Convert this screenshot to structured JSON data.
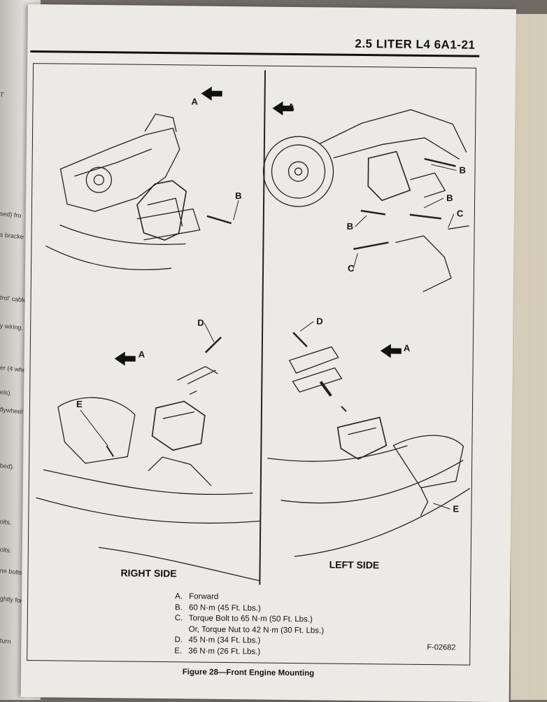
{
  "header": {
    "title": "2.5 LITER L4  6A1-21"
  },
  "figure": {
    "right_side_label": "RIGHT SIDE",
    "left_side_label": "LEFT SIDE",
    "code": "F-02682",
    "caption": "Figure 28—Front Engine Mounting",
    "callouts": {
      "a": "A",
      "b": "B",
      "c": "C",
      "d": "D",
      "e": "E"
    },
    "legend": [
      {
        "letter": "A.",
        "text": "Forward"
      },
      {
        "letter": "B.",
        "text": "60 N·m (45 Ft. Lbs.)"
      },
      {
        "letter": "C.",
        "text": "Torque Bolt to 65 N·m (50 Ft. Lbs.)"
      },
      {
        "letter": "",
        "text": "Or, Torque Nut to 42 N·m (30 Ft. Lbs.)"
      },
      {
        "letter": "D.",
        "text": "45 N·m (34 Ft. Lbs.)"
      },
      {
        "letter": "E.",
        "text": "36 N·m (26 Ft. Lbs.)"
      }
    ]
  }
}
